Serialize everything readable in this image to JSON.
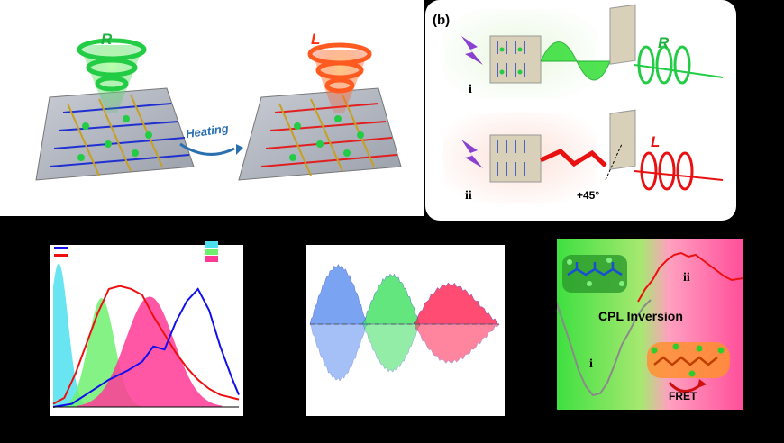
{
  "panel_a": {
    "left_handedness": "R",
    "right_handedness": "L",
    "arrow_label": "Heating",
    "colors": {
      "R": "#20c040",
      "L": "#ff3010",
      "arrow": "#2a6fb0"
    }
  },
  "panel_b": {
    "label": "(b)",
    "row_i": {
      "roman": "i",
      "handedness": "R"
    },
    "row_ii": {
      "roman": "ii",
      "handedness": "L",
      "angle": "+45°"
    }
  },
  "panel_d": {
    "inset_text": "CPL Inversion",
    "roman_i": "i",
    "roman_ii": "ii",
    "fret_label": "FRET",
    "colors": {
      "left": "#3ee040",
      "right": "#ff4e9a",
      "trace_i": "#8a8a8a",
      "trace_ii": "#ee1010"
    }
  },
  "chart_data": [
    {
      "type": "line",
      "description_free": true,
      "series": [
        {
          "values": [
            [
              0,
              0.02
            ],
            [
              0.06,
              0.06
            ],
            [
              0.12,
              0.22
            ],
            [
              0.18,
              0.42
            ],
            [
              0.24,
              0.62
            ],
            [
              0.3,
              0.78
            ],
            [
              0.36,
              0.8
            ],
            [
              0.42,
              0.78
            ],
            [
              0.48,
              0.74
            ],
            [
              0.54,
              0.6
            ],
            [
              0.6,
              0.48
            ],
            [
              0.66,
              0.36
            ],
            [
              0.72,
              0.26
            ],
            [
              0.78,
              0.18
            ],
            [
              0.84,
              0.12
            ],
            [
              0.9,
              0.08
            ],
            [
              1.0,
              0.05
            ]
          ],
          "color": "#ee1010"
        },
        {
          "values": [
            [
              0,
              0.0
            ],
            [
              0.1,
              0.02
            ],
            [
              0.2,
              0.1
            ],
            [
              0.3,
              0.18
            ],
            [
              0.4,
              0.24
            ],
            [
              0.48,
              0.3
            ],
            [
              0.54,
              0.4
            ],
            [
              0.6,
              0.38
            ],
            [
              0.66,
              0.56
            ],
            [
              0.72,
              0.7
            ],
            [
              0.78,
              0.78
            ],
            [
              0.84,
              0.64
            ],
            [
              0.9,
              0.4
            ],
            [
              0.96,
              0.2
            ],
            [
              1.0,
              0.08
            ]
          ],
          "color": "#1010ee"
        }
      ],
      "fills": [
        {
          "center": 0.03,
          "width": 0.05,
          "height": 0.95,
          "color": "#4fe0f0"
        },
        {
          "center": 0.26,
          "width": 0.07,
          "height": 0.72,
          "color": "#6ef06e"
        },
        {
          "center": 0.52,
          "width": 0.13,
          "height": 0.73,
          "color": "#ff3a96"
        }
      ],
      "legend_colors": [
        "#1010ee",
        "#ee1010"
      ],
      "swatch_colors": [
        "#4fe0f0",
        "#6ef06e",
        "#ff3a96"
      ]
    },
    {
      "type": "area",
      "bands": [
        {
          "from": 0.0,
          "to": 0.3,
          "color": "#5a8ef0",
          "amp": 0.95
        },
        {
          "from": 0.28,
          "to": 0.58,
          "color": "#3ee060",
          "amp": 0.8
        },
        {
          "from": 0.55,
          "to": 1.0,
          "color": "#ff2050",
          "amp": 0.9
        }
      ]
    }
  ]
}
